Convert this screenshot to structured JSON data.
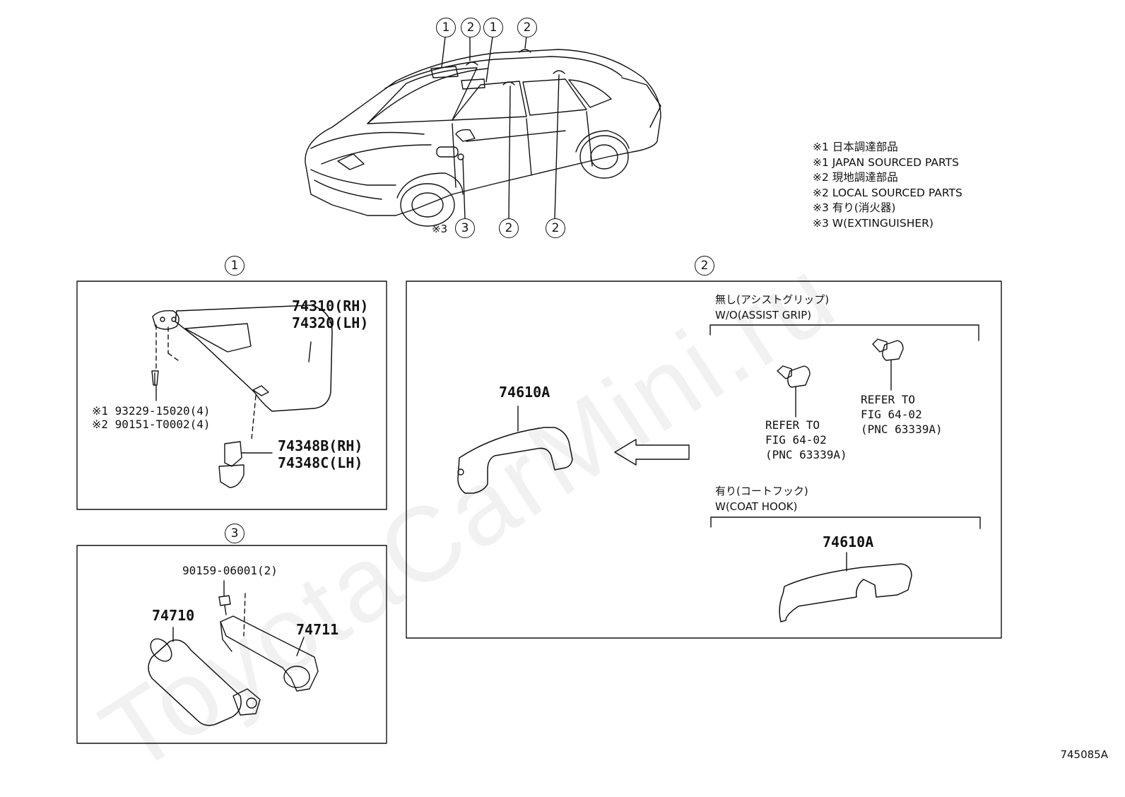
{
  "watermark": "ToyotaCarMini.ru",
  "drawing_id": "745085A",
  "legend": [
    "※1 日本調達部品",
    "※1 JAPAN SOURCED PARTS",
    "※2 現地調達部品",
    "※2 LOCAL SOURCED PARTS",
    "※3 有り(消火器)",
    "※3 W(EXTINGUISHER)"
  ],
  "car_callouts": {
    "top": [
      "1",
      "2",
      "1",
      "2"
    ],
    "bottom": [
      "3",
      "2",
      "2"
    ],
    "bottom_note": "※3"
  },
  "section1": {
    "callout": "1",
    "visor_rh": "74310(RH)",
    "visor_lh": "74320(LH)",
    "screw_1": "※1 93229-15020(4)",
    "screw_2": "※2 90151-T0002(4)",
    "holder_rh": "74348B(RH)",
    "holder_lh": "74348C(LH)"
  },
  "section2": {
    "callout": "2",
    "main_part": "74610A",
    "wo_jp": "無し(アシストグリップ)",
    "wo_en": "W/O(ASSIST GRIP)",
    "refer_a": [
      "REFER TO",
      "FIG 64-02",
      "(PNC 63339A)"
    ],
    "refer_b": [
      "REFER TO",
      "FIG 64-02",
      "(PNC 63339A)"
    ],
    "w_jp": "有り(コートフック)",
    "w_en": "W(COAT HOOK)",
    "coat_part": "74610A"
  },
  "section3": {
    "callout": "3",
    "bolt": "90159-06001(2)",
    "extinguisher": "74710",
    "bracket": "74711"
  }
}
